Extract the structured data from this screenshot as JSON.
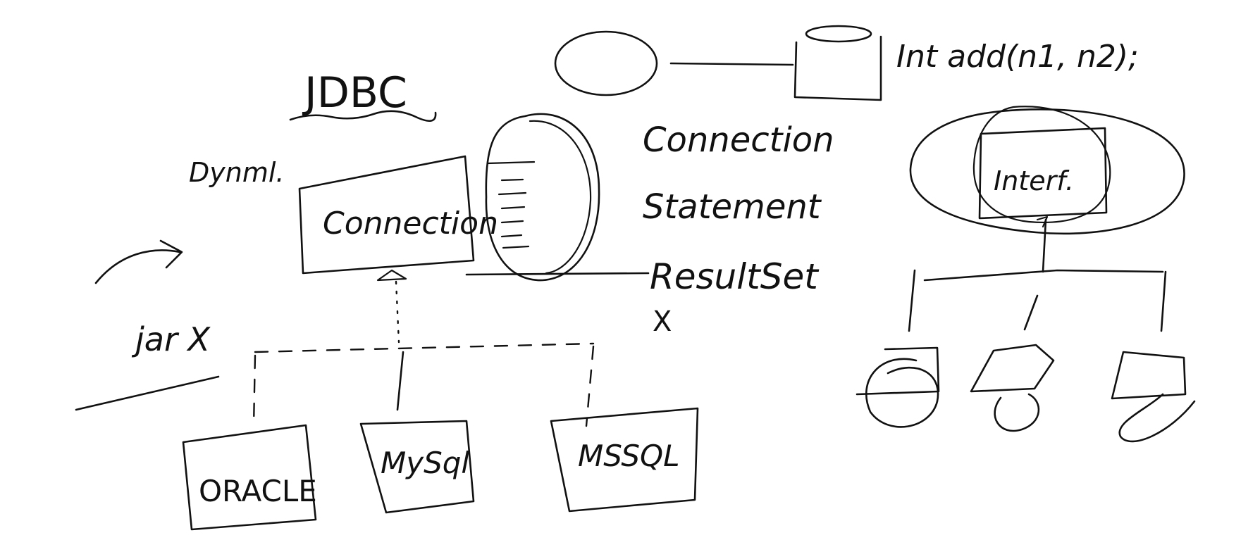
{
  "diagram": {
    "title": "JDBC",
    "code_note": "Int add(n1, n2);",
    "left_note": "Dynml.",
    "jar_note": "jar X",
    "interface_box_label": "Connection",
    "api_list": [
      "Connection",
      "Statement",
      "ResultSet"
    ],
    "cross_mark": "X",
    "drivers": [
      "ORACLE",
      "MySql",
      "MSSQL"
    ],
    "right_interface_label": "Interf."
  },
  "colors": {
    "ink": "#111111",
    "background": "#ffffff"
  }
}
